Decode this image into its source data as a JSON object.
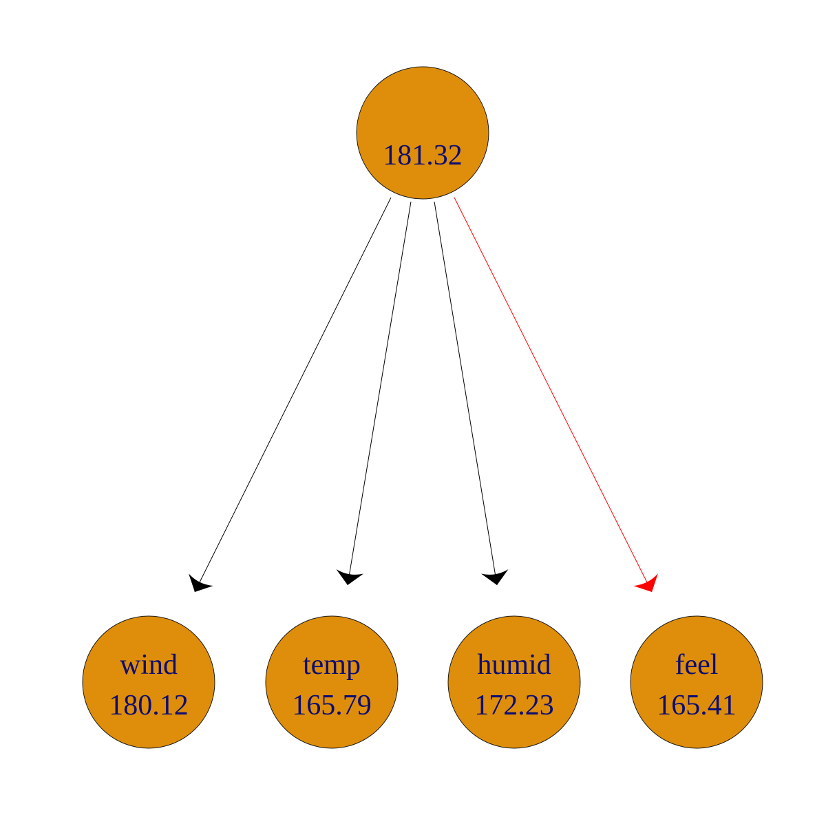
{
  "colors": {
    "node_fill": "#DE8E0A",
    "text": "#0d0d73",
    "edge_default": "#000000",
    "edge_highlight": "#ff0000"
  },
  "root": {
    "name": "",
    "value": "181.32"
  },
  "children": [
    {
      "name": "wind",
      "value": "180.12",
      "highlight": false
    },
    {
      "name": "temp",
      "value": "165.79",
      "highlight": false
    },
    {
      "name": "humid",
      "value": "172.23",
      "highlight": false
    },
    {
      "name": "feel",
      "value": "165.41",
      "highlight": true
    }
  ]
}
